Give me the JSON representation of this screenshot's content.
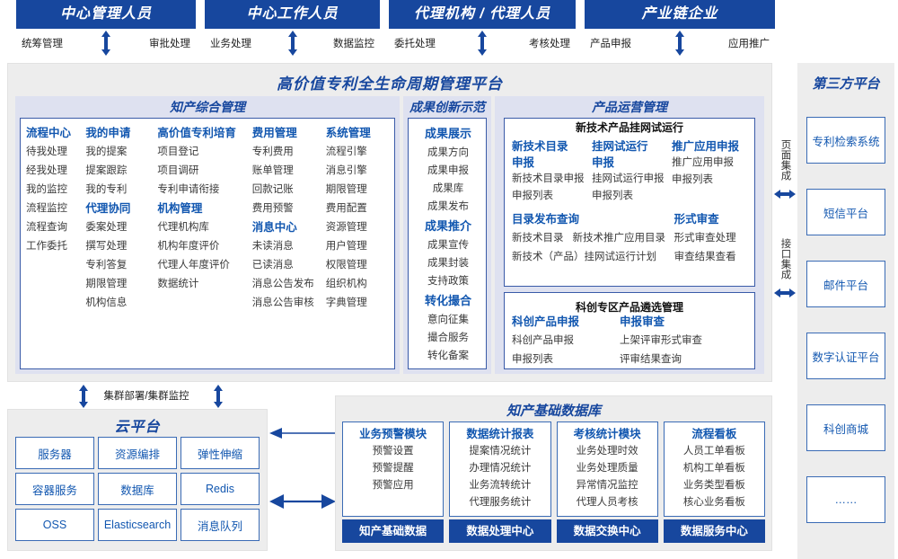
{
  "roles": [
    {
      "title": "中心管理人员",
      "left_label": "统筹管理",
      "right_label": "审批处理"
    },
    {
      "title": "中心工作人员",
      "left_label": "业务处理",
      "right_label": "数据监控"
    },
    {
      "title": "代理机构 / 代理人员",
      "left_label": "委托处理",
      "right_label": "考核处理"
    },
    {
      "title": "产业链企业",
      "left_label": "产品申报",
      "right_label": "应用推广"
    }
  ],
  "platform": {
    "title": "高价值专利全生命周期管理平台"
  },
  "sec1": {
    "title": "知产综合管理",
    "columns": [
      {
        "groups": [
          {
            "head": "流程中心",
            "items": [
              "待我处理",
              "经我处理",
              "我的监控",
              "流程监控",
              "流程查询",
              "工作委托"
            ]
          }
        ]
      },
      {
        "groups": [
          {
            "head": "我的申请",
            "items": [
              "我的提案",
              "提案跟踪",
              "我的专利"
            ]
          },
          {
            "head": "代理协同",
            "items": [
              "委案处理",
              "撰写处理",
              "专利答复",
              "期限管理",
              "机构信息"
            ]
          }
        ]
      },
      {
        "groups": [
          {
            "head": "高价值专利培育",
            "items": [
              "项目登记",
              "项目调研",
              "专利申请衔接"
            ]
          },
          {
            "head": "机构管理",
            "items": [
              "代理机构库",
              "机构年度评价",
              "代理人年度评价",
              "数据统计"
            ]
          }
        ]
      },
      {
        "groups": [
          {
            "head": "费用管理",
            "items": [
              "专利费用",
              "账单管理",
              "回款记账",
              "费用预警"
            ]
          },
          {
            "head": "消息中心",
            "items": [
              "未读消息",
              "已读消息",
              "消息公告发布",
              "消息公告审核"
            ]
          }
        ]
      },
      {
        "groups": [
          {
            "head": "系统管理",
            "items": [
              "流程引擎",
              "消息引擎",
              "期限管理",
              "费用配置",
              "资源管理",
              "用户管理",
              "权限管理",
              "组织机构",
              "字典管理"
            ]
          }
        ]
      }
    ]
  },
  "sec2": {
    "title": "成果创新示范",
    "groups": [
      {
        "head": "成果展示",
        "items": [
          "成果方向",
          "成果申报",
          "成果库",
          "成果发布"
        ]
      },
      {
        "head": "成果推介",
        "items": [
          "成果宣传",
          "成果封装",
          "支持政策"
        ]
      },
      {
        "head": "转化撮合",
        "items": [
          "意向征集",
          "撮合服务",
          "转化备案"
        ]
      }
    ]
  },
  "sec3": {
    "title": "产品运营管理",
    "box1": {
      "title": "新技术产品挂网试运行",
      "row1": [
        {
          "head": "新技术目录申报",
          "items": [
            "新技术目录申报",
            "申报列表"
          ]
        },
        {
          "head": "挂网试运行申报",
          "items": [
            "挂网试运行申报",
            "申报列表"
          ]
        },
        {
          "head": "推广应用申报",
          "items": [
            "推广应用申报",
            "申报列表"
          ]
        }
      ],
      "row2_left_head": "目录发布查询",
      "row2_left_items": [
        "新技术目录",
        "新技术推广应用目录",
        "新技术（产品）挂网试运行计划"
      ],
      "row2_right_head": "形式审查",
      "row2_right_items": [
        "形式审查处理",
        "审查结果查看"
      ]
    },
    "box2": {
      "title": "科创专区产品遴选管理",
      "cols": [
        {
          "head": "科创产品申报",
          "items": [
            "科创产品申报",
            "申报列表"
          ]
        },
        {
          "head": "申报审查",
          "items": [
            "上架评审形式审查",
            "评审结果查询"
          ]
        }
      ]
    }
  },
  "integration": [
    {
      "text": "页面集成"
    },
    {
      "text": "接口集成"
    }
  ],
  "third_party": {
    "title": "第三方平台",
    "items": [
      "专利检索系统",
      "短信平台",
      "邮件平台",
      "数字认证平台",
      "科创商城",
      "……"
    ]
  },
  "cluster": {
    "label": "集群部署/集群监控"
  },
  "cloud": {
    "title": "云平台",
    "cells": [
      "服务器",
      "资源编排",
      "弹性伸缩",
      "容器服务",
      "数据库",
      "Redis",
      "OSS",
      "Elasticsearch",
      "消息队列"
    ]
  },
  "kdb": {
    "title": "知产基础数据库",
    "columns": [
      {
        "head": "业务预警模块",
        "items": [
          "预警设置",
          "预警提醒",
          "预警应用"
        ],
        "bar": "知产基础数据"
      },
      {
        "head": "数据统计报表",
        "items": [
          "提案情况统计",
          "办理情况统计",
          "业务流转统计",
          "代理服务统计"
        ],
        "bar": "数据处理中心"
      },
      {
        "head": "考核统计模块",
        "items": [
          "业务处理时效",
          "业务处理质量",
          "异常情况监控",
          "代理人员考核"
        ],
        "bar": "数据交换中心"
      },
      {
        "head": "流程看板",
        "items": [
          "人员工单看板",
          "机构工单看板",
          "业务类型看板",
          "核心业务看板"
        ],
        "bar": "数据服务中心"
      }
    ]
  },
  "colors": {
    "brand": "#17479E",
    "accent": "#1257B0",
    "panel": "#EDEDED",
    "section": "#DEE1F0",
    "border": "#3A6BB5"
  }
}
